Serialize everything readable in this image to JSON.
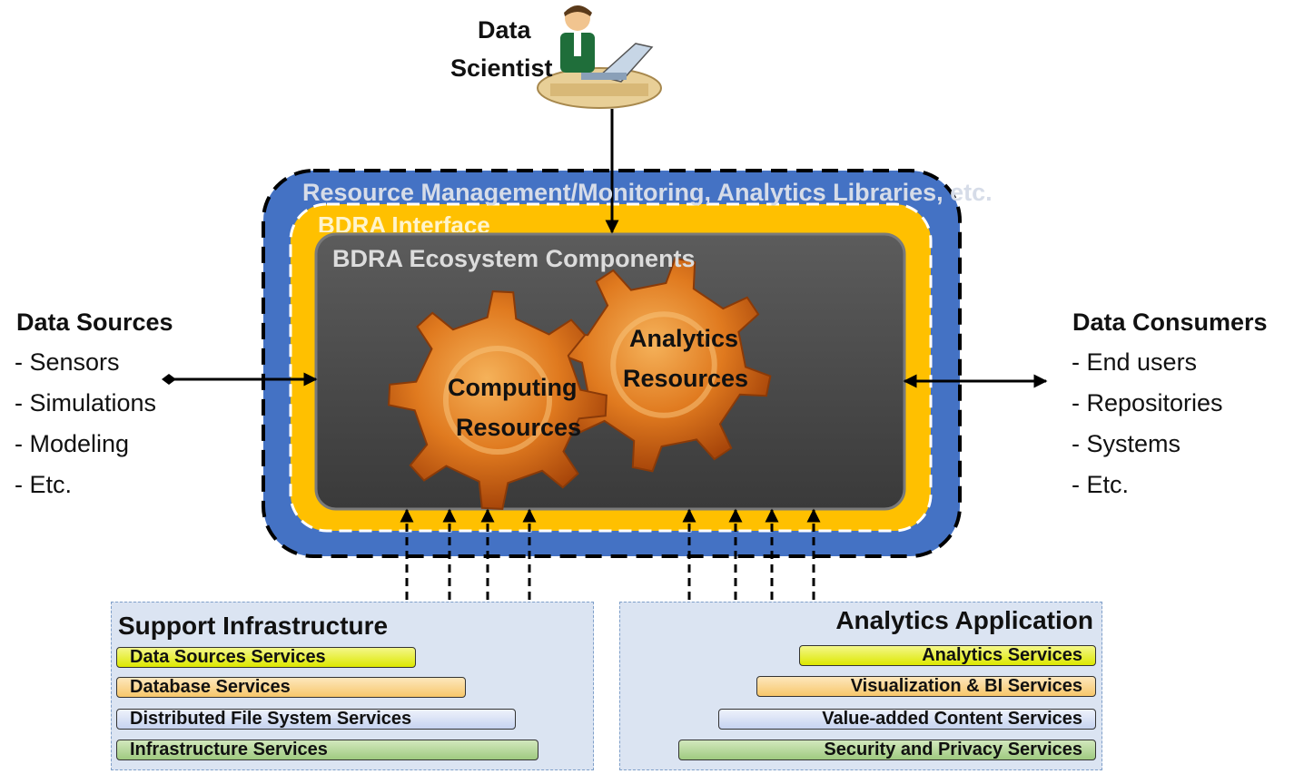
{
  "data_scientist": {
    "line1": "Data",
    "line2": "Scientist",
    "icon": "person-at-laptop-icon"
  },
  "outer_layer": {
    "label": "Resource Management/Monitoring, Analytics Libraries, etc."
  },
  "interface_layer": {
    "label": "BDRA Interface"
  },
  "ecosystem": {
    "title": "BDRA Ecosystem Components",
    "computing": {
      "line1": "Computing",
      "line2": "Resources"
    },
    "analytics": {
      "line1": "Analytics",
      "line2": "Resources"
    }
  },
  "data_sources": {
    "title": "Data Sources",
    "items": [
      "- Sensors",
      "- Simulations",
      "- Modeling",
      "- Etc."
    ]
  },
  "data_consumers": {
    "title": "Data Consumers",
    "items": [
      "- End users",
      "- Repositories",
      "- Systems",
      "- Etc."
    ]
  },
  "support_infrastructure": {
    "title": "Support Infrastructure",
    "services": [
      "Data Sources Services",
      "Database Services",
      "Distributed File System Services",
      "Infrastructure Services"
    ]
  },
  "analytics_application": {
    "title": "Analytics Application",
    "services": [
      "Analytics Services",
      "Visualization & BI Services",
      "Value-added Content Services",
      "Security and Privacy Services"
    ]
  },
  "colors": {
    "outer_blue": "#4472c4",
    "interface_gold": "#ffc000",
    "ecosystem_gray": "#4a4a4a",
    "gear_orange": "#e07a1f",
    "panel_blue": "#dbe4f2"
  }
}
